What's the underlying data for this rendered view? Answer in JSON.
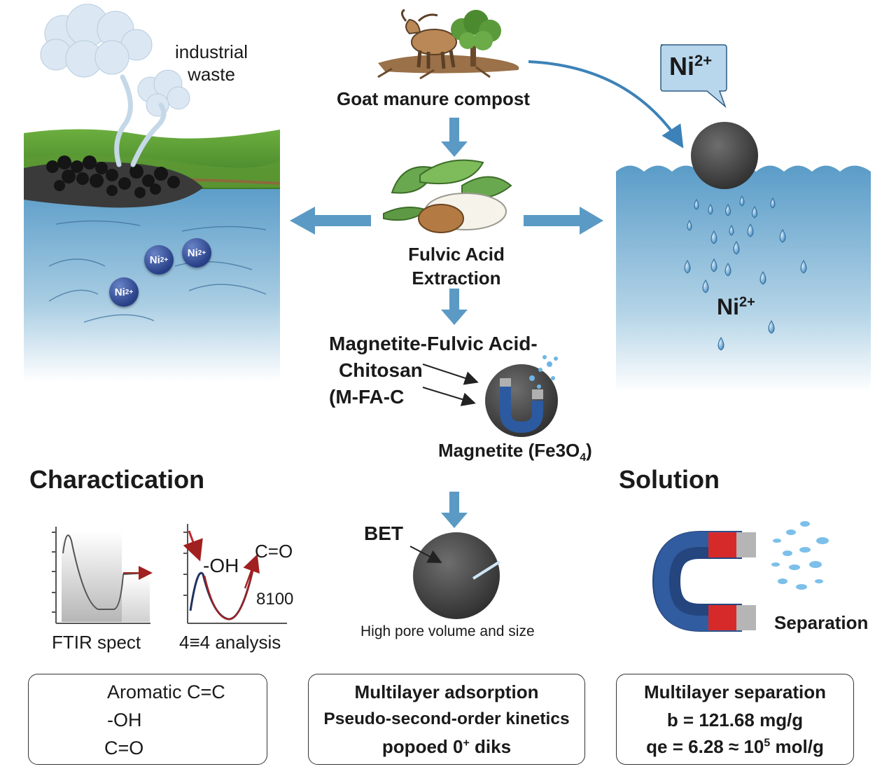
{
  "top": {
    "industrial_waste_line1": "industrial",
    "industrial_waste_line2": "waste",
    "goat_label": "Goat manure compost",
    "fulvic_line1": "Fulvic Acid",
    "fulvic_line2": "Extraction",
    "mfac_line1": "Magnetite-Fulvic Acid-",
    "mfac_line2": "Chitosan",
    "mfac_line3": "(M-FA-C",
    "magnetite_label": "Magnetite (Fe3O",
    "magnetite_sub": "4",
    "magnetite_close": ")"
  },
  "ions": {
    "left1": "Ni",
    "left2": "Ni",
    "left3": "Ni",
    "charge": "2+",
    "bubble_ion": "Ni",
    "bubble_charge": "2+",
    "water_ion": "Ni",
    "water_charge": "2+"
  },
  "sections": {
    "left_title": "Charactication",
    "right_title": "Solution"
  },
  "characterization": {
    "ftir_label": "FTIR spect",
    "analysis_label": "4≡4 analysis",
    "oh_label": "-OH",
    "co_label": "C=O",
    "num_label": "8100"
  },
  "bet": {
    "label": "BET",
    "caption": "High pore volume and size"
  },
  "separation": {
    "label": "Separation"
  },
  "boxes": {
    "left": {
      "line1": "Aromatic C=C",
      "line2": "-OH",
      "line3": "C=O"
    },
    "middle": {
      "line1": "Multilayer adsorption",
      "line2": "Pseudo-second-order kinetics",
      "line3_a": "popoed 0",
      "line3_sup": "+",
      "line3_b": " diks"
    },
    "right": {
      "line1": "Multilayer separation",
      "line2": "b = 121.68 mg/g",
      "line3_a": "qe = 6.28 ≈ 10",
      "line3_sup": "5",
      "line3_b": " mol/g"
    }
  },
  "colors": {
    "arrow": "#5b9ac4",
    "water_top": "#4a90c2",
    "water_bottom": "#ffffff",
    "magnet_blue": "#2c5aa0",
    "magnet_red": "#d62a2a"
  }
}
